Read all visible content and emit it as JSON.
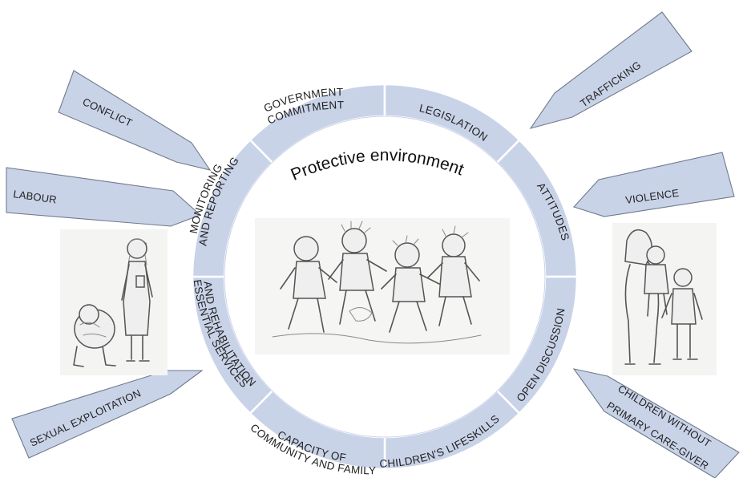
{
  "diagram": {
    "center_title": "Protective environment",
    "ring_segments": [
      {
        "lines": [
          "GOVERNMENT",
          "COMMITMENT"
        ]
      },
      {
        "lines": [
          "LEGISLATION"
        ]
      },
      {
        "lines": [
          "ATTITUDES"
        ]
      },
      {
        "lines": [
          "OPEN DISCUSSION"
        ]
      },
      {
        "lines": [
          "CHILDREN'S LIFESKILLS"
        ]
      },
      {
        "lines": [
          "CAPACITY OF",
          "COMMUNITY AND FAMILY"
        ]
      },
      {
        "lines": [
          "ESSENTIAL SERVICES",
          "AND REHABILITATION"
        ]
      },
      {
        "lines": [
          "MONITORING",
          "AND REPORTING"
        ]
      }
    ],
    "threats": [
      {
        "label": "CONFLICT"
      },
      {
        "label": "LABOUR"
      },
      {
        "label": "SEXUAL EXPLOITATION"
      },
      {
        "label": "TRAFFICKING"
      },
      {
        "label": "VIOLENCE"
      },
      {
        "label": "CHILDREN WITHOUT",
        "label2": "PRIMARY CARE-GIVER"
      }
    ],
    "colors": {
      "ring_fill": "#c9d3e8",
      "ring_divider": "#ffffff",
      "arrow_fill": "#c9d3e8",
      "arrow_outline": "#6f7a8c",
      "text": "#222222"
    },
    "illustrations": [
      "children-playing-sketch",
      "child-and-girl-sketch",
      "mother-with-children-sketch"
    ]
  }
}
